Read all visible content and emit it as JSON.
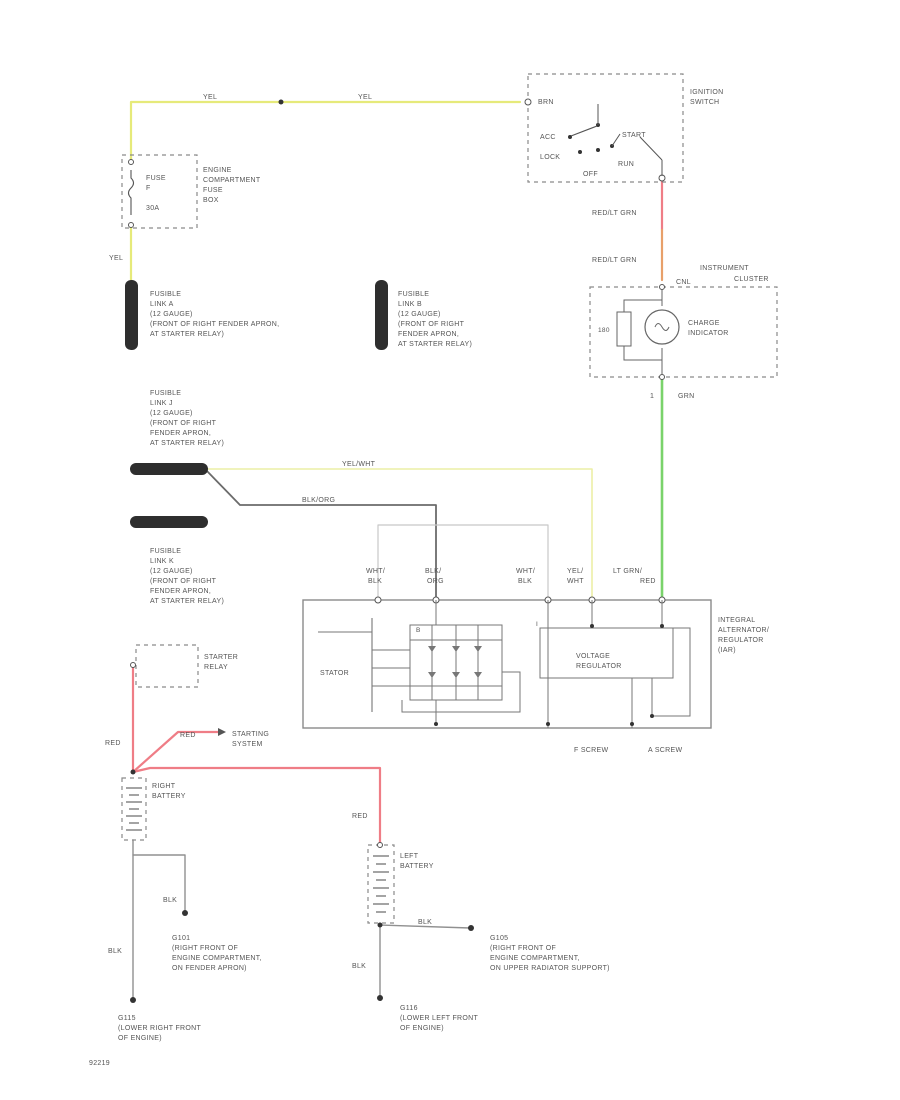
{
  "wire_labels": {
    "yel_top_left": "YEL",
    "yel_top_right": "YEL",
    "yel_vertical": "YEL",
    "red_lt_grn_1": "RED/LT GRN",
    "red_lt_grn_2": "RED/LT GRN",
    "grn": "GRN",
    "yel_wht": "YEL/WHT",
    "blk_org": "BLK/ORG",
    "red_vertical": "RED",
    "red_branch": "RED",
    "red_left_batt": "RED",
    "blk_right_batt_branch": "BLK",
    "blk_right_batt": "BLK",
    "blk_left_batt_branch": "BLK",
    "blk_left_batt": "BLK"
  },
  "terminal_labels": {
    "wht_blk_1": [
      "WHT/",
      "BLK"
    ],
    "blk_org": [
      "BLK/",
      "ORG"
    ],
    "wht_blk_2": [
      "WHT/",
      "BLK"
    ],
    "yel_wht": [
      "YEL/",
      "WHT"
    ],
    "lt_grn_red": [
      "LT GRN/",
      "RED"
    ]
  },
  "ignition_switch": {
    "title": [
      "IGNITION",
      "SWITCH"
    ],
    "brn": "BRN",
    "acc": "ACC",
    "start": "START",
    "lock": "LOCK",
    "run": "RUN",
    "off": "OFF"
  },
  "fuse_box": {
    "title": [
      "ENGINE",
      "COMPARTMENT",
      "FUSE",
      "BOX"
    ],
    "fuse": "FUSE",
    "number": "F",
    "amp": "30A"
  },
  "fusible_links": {
    "link_a": [
      "FUSIBLE",
      "LINK A",
      "(12 GAUGE)",
      "(FRONT OF RIGHT FENDER APRON,",
      "AT STARTER RELAY)"
    ],
    "link_b": [
      "FUSIBLE",
      "LINK B",
      "(12 GAUGE)",
      "(FRONT OF RIGHT",
      "FENDER APRON,",
      "AT STARTER RELAY)"
    ],
    "link_j": [
      "FUSIBLE",
      "LINK J",
      "(12 GAUGE)",
      "(FRONT OF RIGHT",
      "FENDER APRON,",
      "AT STARTER RELAY)"
    ],
    "link_k": [
      "FUSIBLE",
      "LINK K",
      "(12 GAUGE)",
      "(FRONT OF RIGHT",
      "FENDER APRON,",
      "AT STARTER RELAY)"
    ]
  },
  "instrument_cluster": {
    "title": [
      "INSTRUMENT",
      "CLUSTER"
    ],
    "cnl": "CNL",
    "terminal_1": "1",
    "resistor": "180",
    "indicator": [
      "CHARGE",
      "INDICATOR"
    ]
  },
  "alternator": {
    "title": [
      "INTEGRAL",
      "ALTERNATOR/",
      "REGULATOR",
      "(IAR)"
    ],
    "stator": "STATOR",
    "regulator": [
      "VOLTAGE",
      "REGULATOR"
    ],
    "f_screw": "F SCREW",
    "a_screw": "A SCREW",
    "pin_b": "B",
    "pin_i": "I"
  },
  "starter_relay": [
    "STARTER",
    "RELAY"
  ],
  "starting_system": [
    "STARTING",
    "SYSTEM"
  ],
  "right_battery": [
    "RIGHT",
    "BATTERY"
  ],
  "left_battery": [
    "LEFT",
    "BATTERY"
  ],
  "grounds": {
    "g101": [
      "G101",
      "(RIGHT FRONT OF",
      "ENGINE COMPARTMENT,",
      "ON FENDER APRON)"
    ],
    "g105": [
      "G105",
      "(RIGHT FRONT OF",
      "ENGINE COMPARTMENT,",
      "ON UPPER RADIATOR SUPPORT)"
    ],
    "g115": [
      "G115",
      "(LOWER RIGHT FRONT",
      "OF ENGINE)"
    ],
    "g116": [
      "G116",
      "(LOWER LEFT FRONT",
      "OF ENGINE)"
    ]
  },
  "page_code": "92219"
}
